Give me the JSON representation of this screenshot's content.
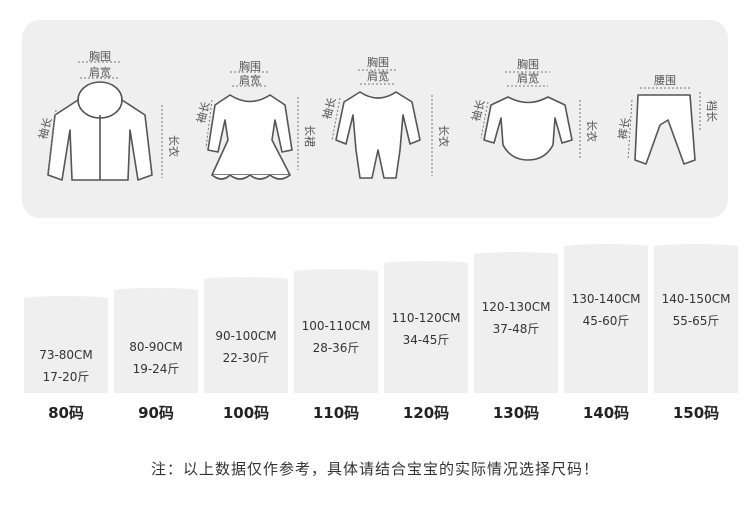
{
  "garments": [
    {
      "chest": "胸围",
      "shoulder": "肩宽",
      "sleeve": "袖长",
      "length": "长衣"
    },
    {
      "chest": "胸围",
      "shoulder": "肩宽",
      "sleeve": "袖长",
      "length": "长裙"
    },
    {
      "chest": "胸围",
      "shoulder": "肩宽",
      "sleeve": "袖长",
      "length": "长衣"
    },
    {
      "chest": "胸围",
      "shoulder": "肩宽",
      "sleeve": "袖长",
      "length": "长衣"
    },
    {
      "waist": "腰围",
      "pants_length": "裤长",
      "crotch": "裆长"
    }
  ],
  "sizes": [
    {
      "height": "73-80CM",
      "weight": "17-20斤",
      "label": "80码"
    },
    {
      "height": "80-90CM",
      "weight": "19-24斤",
      "label": "90码"
    },
    {
      "height": "90-100CM",
      "weight": "22-30斤",
      "label": "100码"
    },
    {
      "height": "100-110CM",
      "weight": "28-36斤",
      "label": "110码"
    },
    {
      "height": "110-120CM",
      "weight": "34-45斤",
      "label": "120码"
    },
    {
      "height": "120-130CM",
      "weight": "37-48斤",
      "label": "130码"
    },
    {
      "height": "130-140CM",
      "weight": "45-60斤",
      "label": "140码"
    },
    {
      "height": "140-150CM",
      "weight": "55-65斤",
      "label": "150码"
    }
  ],
  "note": "注：以上数据仅作参考，具体请结合宝宝的实际情况选择尺码！",
  "colors": {
    "panel": "#efefef",
    "line": "#555555"
  }
}
